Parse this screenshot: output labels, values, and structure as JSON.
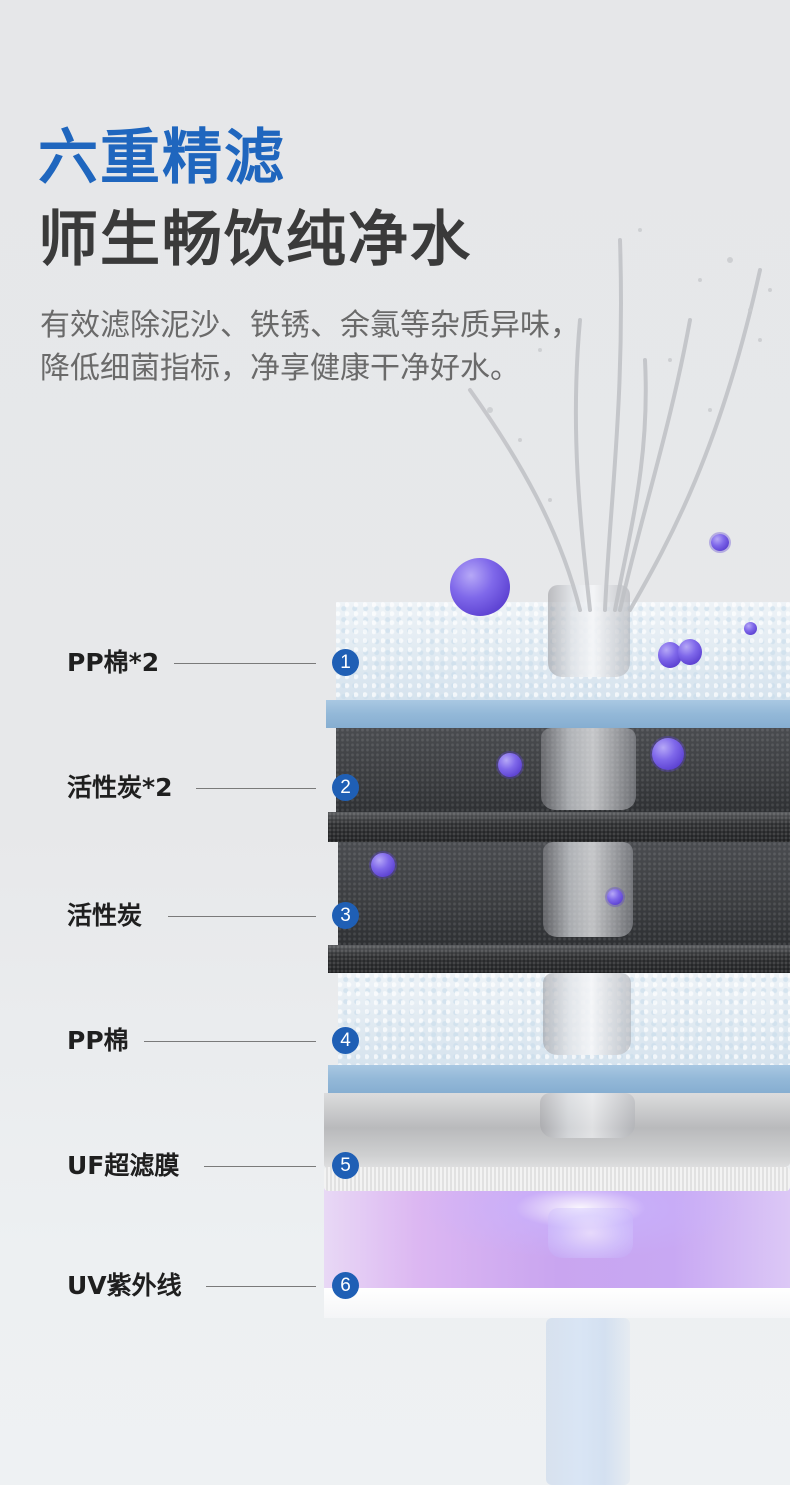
{
  "header": {
    "title_line1": "六重精滤",
    "title_line2": "师生畅饮纯净水",
    "description_lines": [
      "有效滤除泥沙、铁锈、余氯等杂质异味，",
      "降低细菌指标，净享健康干净好水。"
    ]
  },
  "colors": {
    "accent_blue": "#1f66be",
    "badge_blue": "#1f5fb5",
    "title_dark": "#3a3a3a",
    "body_text": "#6a6a6a",
    "background": "#e6e7e9"
  },
  "filter_stages": [
    {
      "number": "1",
      "label": "PP棉*2",
      "material": "pp-cotton"
    },
    {
      "number": "2",
      "label": "活性炭*2",
      "material": "activated-carbon"
    },
    {
      "number": "3",
      "label": "活性炭",
      "material": "activated-carbon"
    },
    {
      "number": "4",
      "label": "PP棉",
      "material": "pp-cotton"
    },
    {
      "number": "5",
      "label": "UF超滤膜",
      "material": "uf-membrane"
    },
    {
      "number": "6",
      "label": "UV紫外线",
      "material": "uv-light"
    }
  ]
}
